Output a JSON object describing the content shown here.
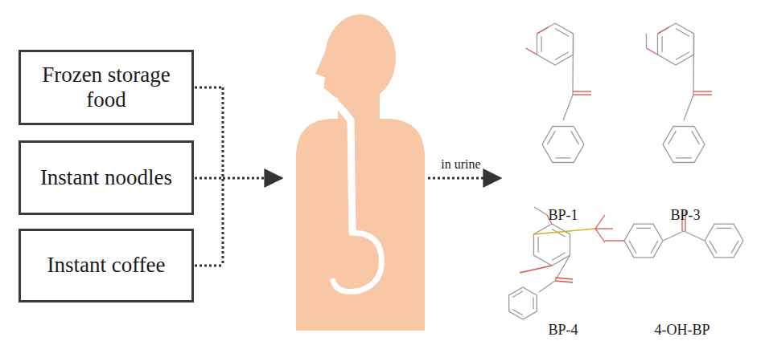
{
  "diagram": {
    "nodes": [
      {
        "text": [
          "Frozen storage food"
        ]
      },
      {
        "text": [
          "Instant noodles"
        ]
      },
      {
        "text": [
          "Instant coffee"
        ]
      }
    ],
    "labels": [
      "in urine",
      "BP-1",
      "BP-3",
      "BP-4",
      "4-OH-BP"
    ]
  }
}
